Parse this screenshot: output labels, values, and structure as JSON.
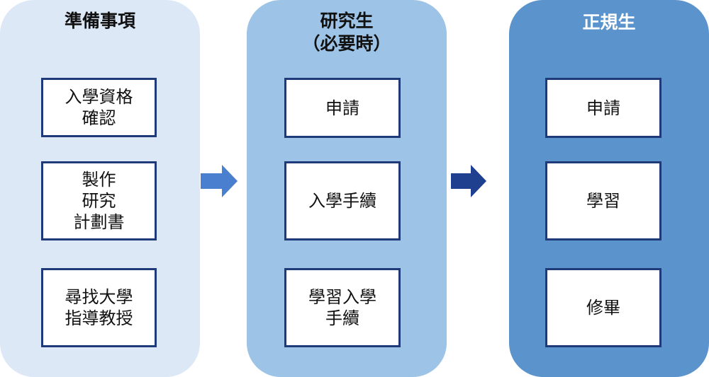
{
  "columns": [
    {
      "title_lines": [
        "準備事項"
      ],
      "steps": [
        {
          "lines": [
            "入學資格",
            "確認"
          ]
        },
        {
          "lines": [
            "製作",
            "研究",
            "計劃書"
          ]
        },
        {
          "lines": [
            "尋找大學",
            "指導教授"
          ]
        }
      ]
    },
    {
      "title_lines": [
        "研究生",
        "（必要時）"
      ],
      "steps": [
        {
          "lines": [
            "申請"
          ]
        },
        {
          "lines": [
            "入學手續"
          ]
        },
        {
          "lines": [
            "學習入學",
            "手續"
          ]
        }
      ]
    },
    {
      "title_lines": [
        "正規生"
      ],
      "steps": [
        {
          "lines": [
            "申請"
          ]
        },
        {
          "lines": [
            "學習"
          ]
        },
        {
          "lines": [
            "修畢"
          ]
        }
      ]
    }
  ],
  "colors": {
    "column_prep": "#dde8f7",
    "column_graduate": "#9dc3e6",
    "column_regular": "#5b93cc",
    "box_border": "#1f3a78",
    "arrow_light": "#4a7fd0",
    "arrow_dark": "#1f3f8f"
  }
}
